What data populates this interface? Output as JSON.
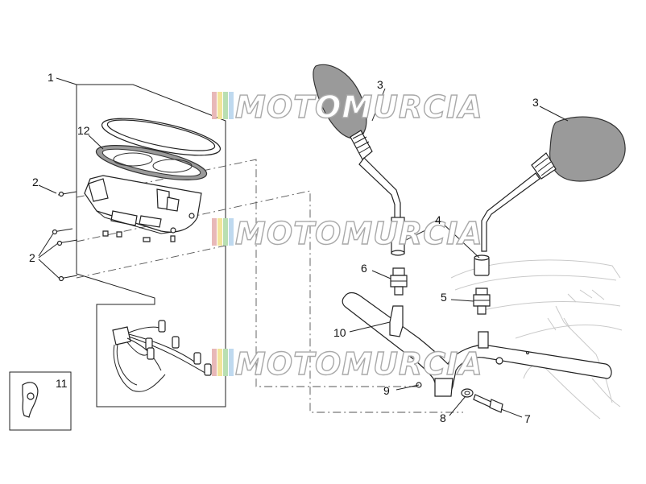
{
  "watermark": {
    "text": "MOTOMURCIA",
    "stripe_colors": [
      "#e8b8b8",
      "#f2e49a",
      "#b9dfb2",
      "#bfd9ef"
    ]
  },
  "callouts": {
    "c1": "1",
    "c2a": "2",
    "c2b": "2",
    "c3a": "3",
    "c3b": "3",
    "c4": "4",
    "c5": "5",
    "c6": "6",
    "c7": "7",
    "c8": "8",
    "c9": "9",
    "c10": "10",
    "c11": "11",
    "c12": "12"
  },
  "colors": {
    "line": "#222222",
    "mirror_fill": "#9a9a9a",
    "faint": "#c9c9c9"
  }
}
